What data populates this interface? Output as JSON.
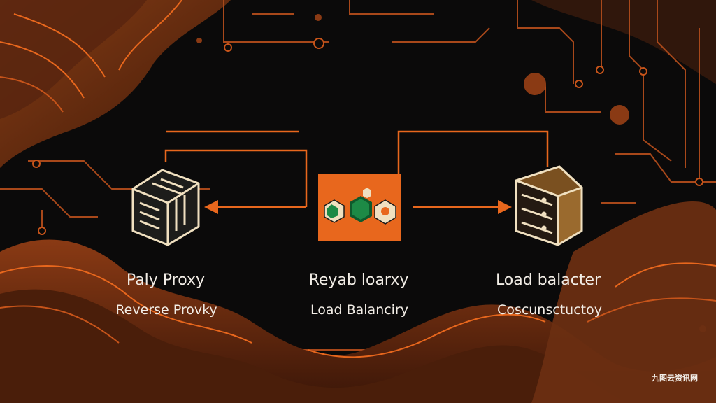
{
  "nodes": [
    {
      "id": "left",
      "title": "Paly Proxy",
      "subtitle": "Reverse Provky",
      "icon": "server-box-icon"
    },
    {
      "id": "center",
      "title": "Reyab loarxy",
      "subtitle": "Load Balanciry",
      "icon": "load-balancer-hexagons-icon"
    },
    {
      "id": "right",
      "title": "Load balacter",
      "subtitle": "Coscunsctuctoy",
      "icon": "server-rack-icon"
    }
  ],
  "watermark": "九图云资讯网",
  "colors": {
    "background": "#0b0a0a",
    "accent_orange": "#e8671d",
    "wave_brown": "#7a3414",
    "node_cream": "#f0e0c0",
    "hex_green": "#1d8a46"
  }
}
